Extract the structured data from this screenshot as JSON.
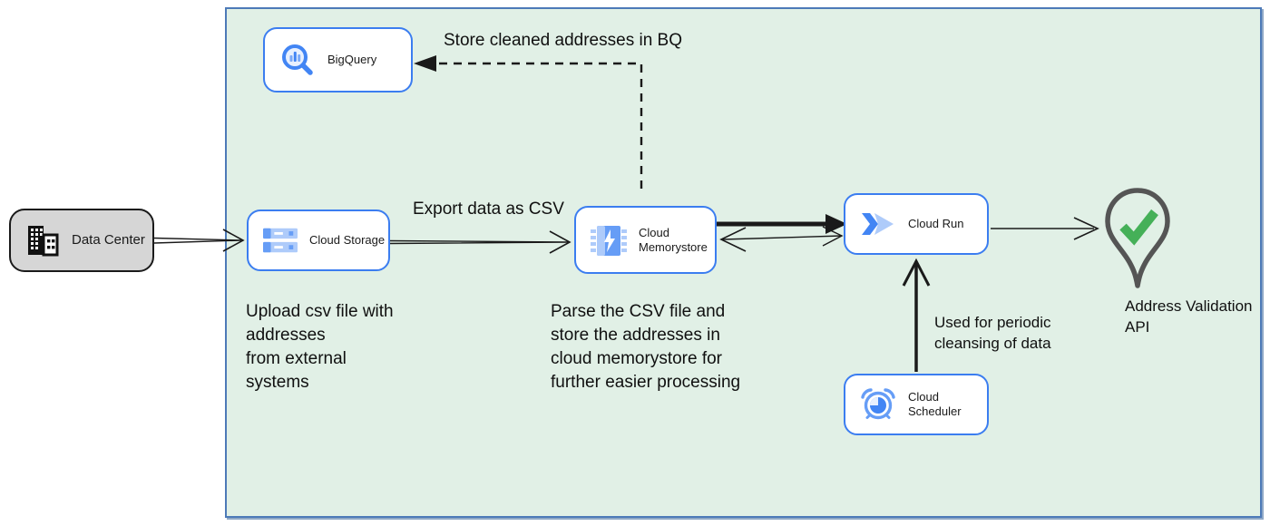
{
  "nodes": {
    "bigquery": {
      "label": "BigQuery"
    },
    "data_center": {
      "label": "Data Center"
    },
    "cloud_storage": {
      "label": "Cloud Storage"
    },
    "cloud_memorystore": {
      "label": "Cloud Memorystore"
    },
    "cloud_run": {
      "label": "Cloud Run"
    },
    "cloud_scheduler": {
      "label": "Cloud Scheduler"
    },
    "address_validation_api": {
      "label": "Address Validation\nAPI"
    }
  },
  "edge_labels": {
    "store_cleaned": "Store cleaned addresses in BQ",
    "export_csv": "Export data as CSV",
    "periodic_cleansing": "Used for periodic\ncleansing of data"
  },
  "annotations": {
    "upload_csv": "Upload csv file with\naddresses\nfrom external\nsystems",
    "parse_csv": "Parse the CSV file and\nstore the addresses in\ncloud  memorystore for\nfurther easier processing"
  },
  "colors": {
    "zone_fill": "#e1f0e6",
    "zone_border": "#4d7ab8",
    "node_border": "#3b7df0",
    "icon_blue": "#4285f4",
    "icon_mid_blue": "#669df6",
    "icon_light_blue": "#aecbfa",
    "check_green": "#45b058",
    "pin_outline_gray": "#555555",
    "data_center_fill": "#d6d6d6",
    "arrow_black": "#1a1a1a"
  }
}
